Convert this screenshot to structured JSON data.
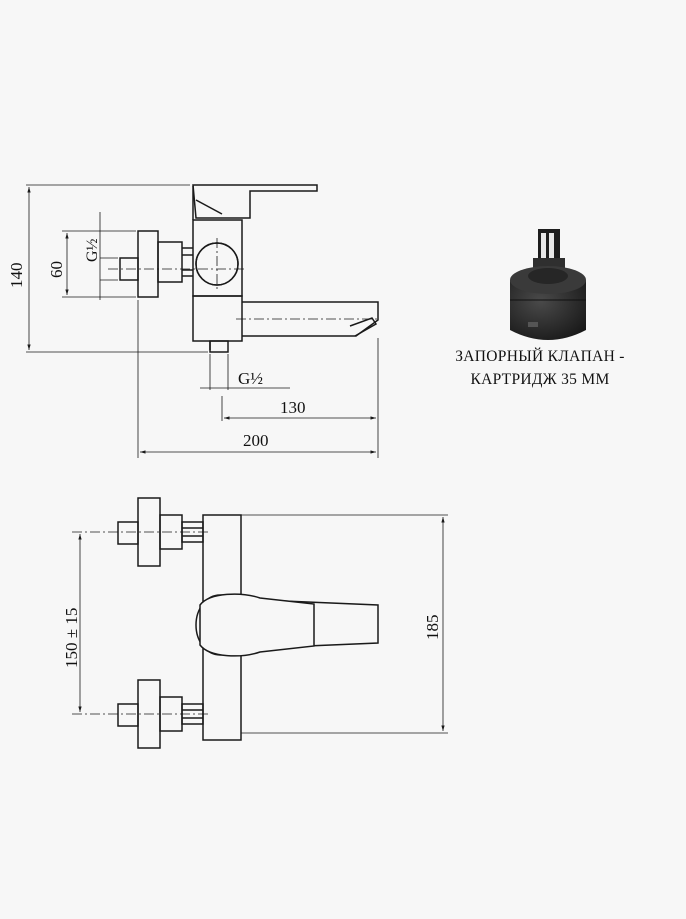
{
  "side_view": {
    "dim_total_height": "140",
    "dim_outlet_height": "60",
    "thread_vertical": "G½",
    "thread_horizontal": "G½",
    "dim_spout_length": "130",
    "dim_total_length": "200"
  },
  "front_view": {
    "dim_inlet_spacing": "150 ± 15",
    "dim_height": "185"
  },
  "cartridge": {
    "caption_line1": "ЗАПОРНЫЙ КЛАПАН -",
    "caption_line2": "КАРТРИДЖ 35 ММ"
  },
  "colors": {
    "line": "#1a1a1a",
    "cartridge_body": "#2a2a2a",
    "background": "#f7f7f7"
  }
}
